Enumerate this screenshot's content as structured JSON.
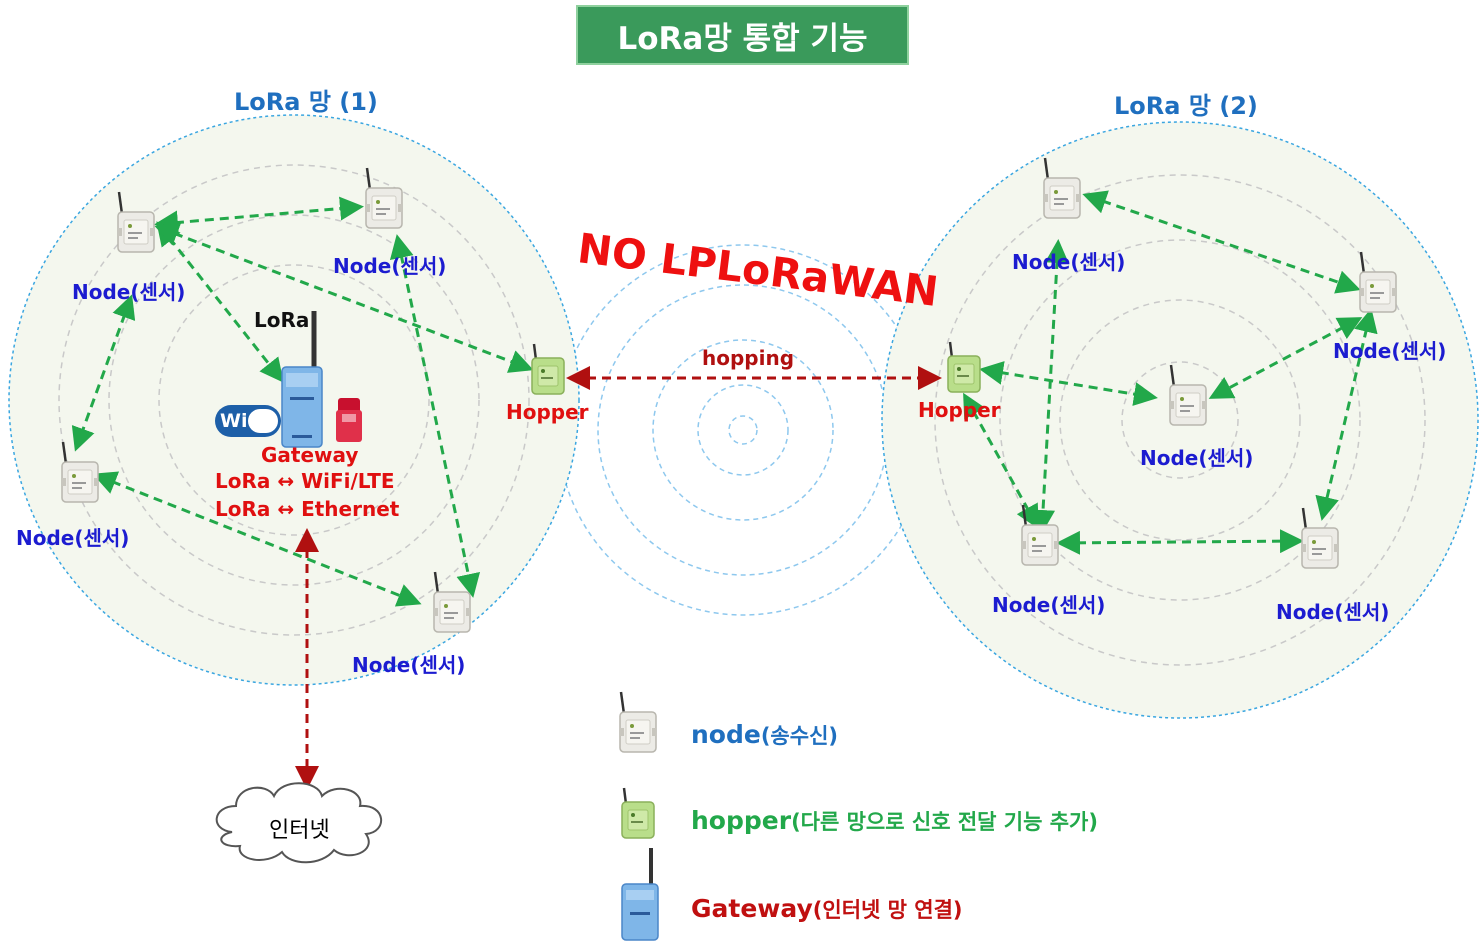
{
  "title": "LoRa망 통합 기능",
  "network1_title": "LoRa 망 (1)",
  "network2_title": "LoRa 망 (2)",
  "no_lp_text": "NO LPLoRaWAN",
  "hopping_label": "hopping",
  "node_label": "Node(센서)",
  "hopper_label": "Hopper",
  "gateway": {
    "label": "Gateway",
    "line1": "LoRa ↔ WiFi/LTE",
    "line2": "LoRa ↔ Ethernet",
    "lora_logo": "LoRa",
    "wifi_logo": "Wi Fi"
  },
  "internet_label": "인터넷",
  "legend": {
    "node": {
      "main": "node",
      "sub": "(송수신)"
    },
    "hopper": {
      "main": "hopper",
      "sub": "(다른 망으로 신호 전달 기능 추가)"
    },
    "gateway": {
      "main": "Gateway",
      "sub": "(인터넷 망 연결)"
    }
  },
  "colors": {
    "title_bg": "#3a9a5b",
    "network_title": "#1f6fbf",
    "node_label": "#1c1cd0",
    "hopper_label": "#e01010",
    "green_arrow": "#22a84a",
    "red_arrow": "#b01010",
    "legend_node": "#1f6fbf",
    "legend_hopper": "#22a84a",
    "legend_gateway": "#c01010"
  }
}
